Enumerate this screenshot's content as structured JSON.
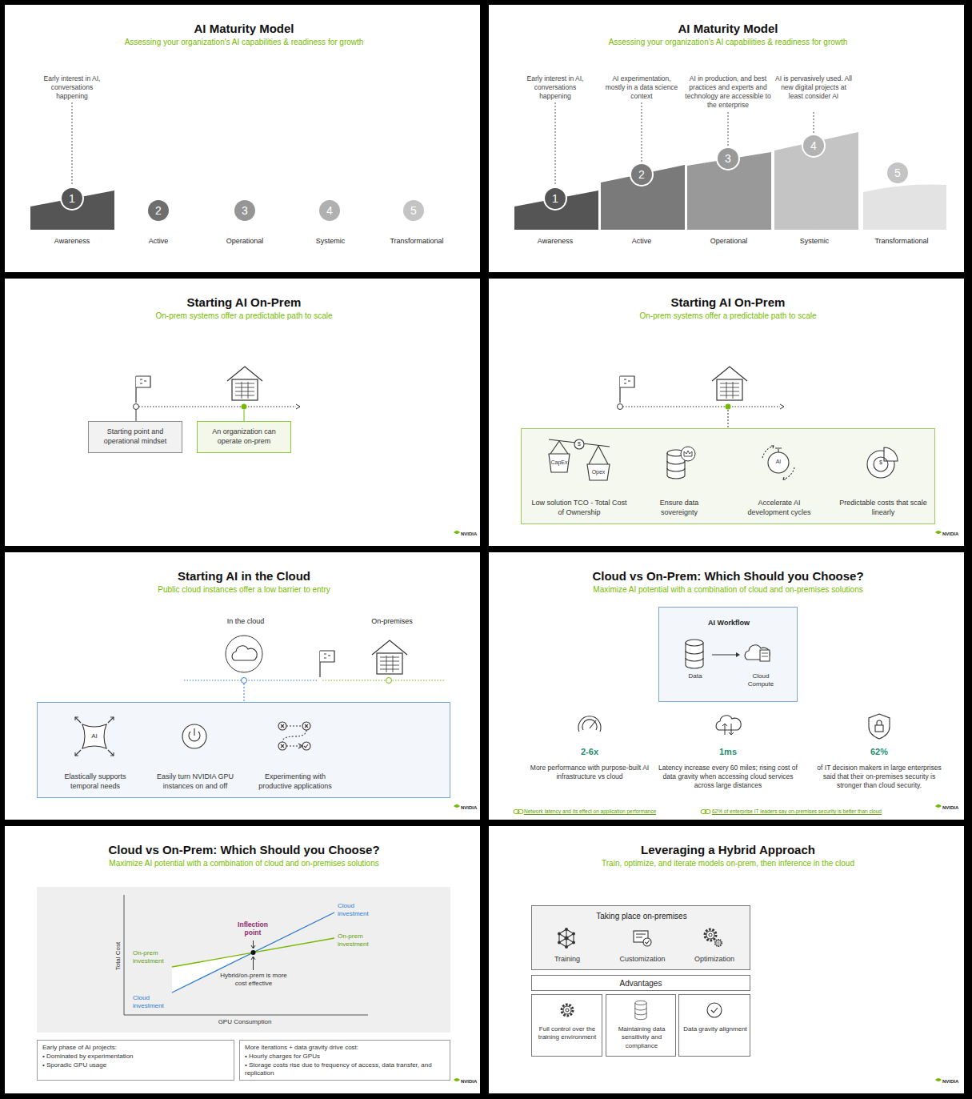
{
  "diagram": {
    "nodes": [
      {
        "text": [
          "AI Maturity Model",
          "Assessing your organization's AI capabilities & readiness for growth"
        ]
      },
      {
        "text": [
          "1"
        ],
        "in": 0
      },
      {
        "text": [
          "2"
        ],
        "in": 0
      },
      {
        "text": [
          "3"
        ],
        "in": 0
      },
      {
        "text": [
          "4"
        ],
        "in": 0
      },
      {
        "text": [
          "5"
        ],
        "in": 0
      },
      {
        "text": [
          "AI Maturity Model",
          "Assessing your organization's AI capabilities & readiness for growth"
        ]
      },
      {
        "text": [
          "1"
        ],
        "in": 6
      },
      {
        "text": [
          "2"
        ],
        "in": 6
      },
      {
        "text": [
          "3"
        ],
        "in": 6
      },
      {
        "text": [
          "4"
        ],
        "in": 6
      },
      {
        "text": [
          "5"
        ],
        "in": 6
      },
      {
        "text": [
          "Starting AI On-Prem",
          "On-prem systems offer a predictable path to scale"
        ]
      },
      {
        "text": [
          "Starting point and operational mindset"
        ],
        "in": 12
      },
      {
        "text": [
          "An organization can operate on-prem"
        ],
        "in": 12
      },
      {
        "text": [
          "Starting AI On-Prem",
          "On-prem systems offer a predictable path to scale"
        ]
      },
      {
        "text": [
          "Low solution TCO - Total Cost of Ownership",
          "Ensure data sovereignty",
          "Accelerate AI development cycles",
          "Predictable costs that scale linearly"
        ],
        "in": 15
      },
      {
        "text": [
          "Starting AI in the Cloud",
          "Public cloud instances offer a low barrier to entry"
        ]
      },
      {
        "text": [
          "Elastically supports temporal needs",
          "Easily turn NVIDIA GPU instances on and off",
          "Experimenting with productive applications"
        ],
        "in": 17
      },
      {
        "text": [
          "Cloud vs On-Prem: Which Should you Choose?",
          "Maximize AI potential with a combination of cloud and on-premises solutions"
        ]
      },
      {
        "text": [
          "AI Workflow",
          "Data",
          "Cloud Compute"
        ],
        "in": 19
      },
      {
        "text": [
          "Cloud vs On-Prem: Which Should you Choose?",
          "Maximize AI potential with a combination of cloud and on-premises solutions"
        ]
      },
      {
        "text": [
          "Early phase of AI projects:",
          "• Dominated by experimentation",
          "• Sporadic GPU usage"
        ],
        "in": 21
      },
      {
        "text": [
          "More iterations + data gravity drive cost:",
          "• Hourly charges for GPUs",
          "• Storage costs rise due to frequency of access, data transfer, and replication"
        ],
        "in": 21
      },
      {
        "text": [
          "Leveraging a Hybrid Approach",
          "Train, optimize, and iterate models on-prem, then inference in the cloud"
        ]
      },
      {
        "text": [
          "Taking place on-premises",
          "Training",
          "Customization",
          "Optimization"
        ],
        "in": 24
      },
      {
        "text": [
          "Advantages"
        ],
        "in": 24
      },
      {
        "text": [
          "Full control over the training environment"
        ],
        "in": 24
      },
      {
        "text": [
          "Maintaining data sensitivity and compliance"
        ],
        "in": 24
      },
      {
        "text": [
          "Data gravity alignment"
        ],
        "in": 24
      }
    ],
    "labels": [
      "Early interest in AI, conversations happening",
      "Awareness",
      "Active",
      "Operational",
      "Systemic",
      "Transformational",
      "Early interest in AI, conversations happening",
      "AI experimentation, mostly in a data science context",
      "AI in production, and best practices and experts and technology are accessible to the enterprise",
      "AI is pervasively used. All new digital projects at least consider AI",
      "Awareness",
      "Active",
      "Operational",
      "Systemic",
      "Transformational",
      "NVIDIA",
      "$",
      "CapEx",
      "Opex",
      "AI",
      "$",
      "NVIDIA",
      "In the cloud",
      "On-premises",
      "AI",
      "NVIDIA",
      "2-6x",
      "More performance with purpose-built AI infrastructure vs cloud",
      "1ms",
      "Latency increase every 60 miles; rising cost of data gravity when accessing cloud services across large distances",
      "62%",
      "of IT decision makers in large enterprises said that their on-premises security is stronger than cloud security.",
      "Network latency and its effect on application performance",
      "62% of enterprise IT leaders say on-premises security is better than cloud",
      "NVIDIA",
      "Total Cost",
      "GPU Consumption",
      "Cloud investment",
      "On-prem investment",
      "On-prem investment",
      "Cloud investment",
      "Inflection point",
      "Hybrid/on-prem is more cost effective",
      "NVIDIA",
      "NVIDIA"
    ]
  }
}
